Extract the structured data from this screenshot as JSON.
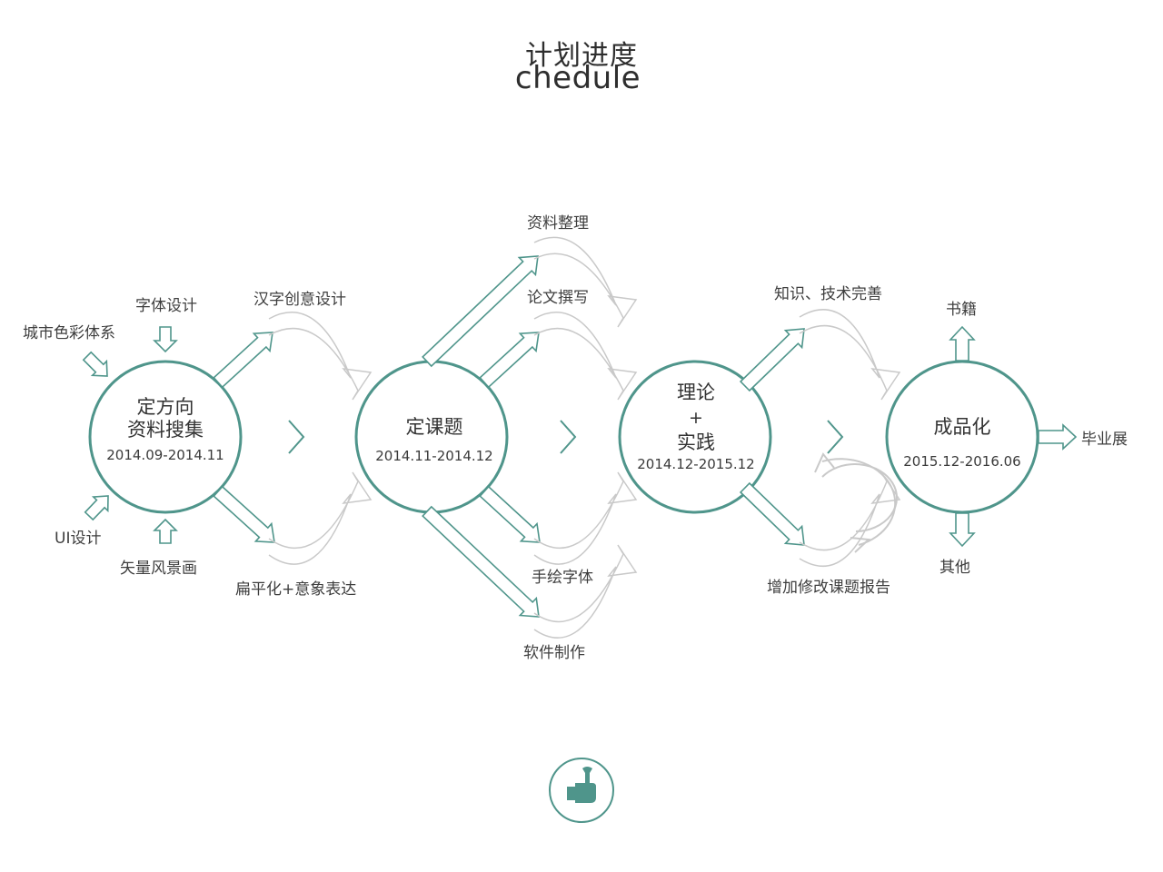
{
  "title": {
    "cn": "计划进度",
    "en": "chedule"
  },
  "colors": {
    "accent": "#4f958b",
    "faint": "#c9c9c9",
    "text": "#3a3a3a"
  },
  "nodes": [
    {
      "title_lines": [
        "定方向",
        "资料搜集"
      ],
      "dates": "2014.09-2014.11"
    },
    {
      "title_lines": [
        "定课题"
      ],
      "dates": "2014.11-2014.12"
    },
    {
      "title_lines": [
        "理论",
        "+",
        "实践"
      ],
      "dates": "2014.12-2015.12"
    },
    {
      "title_lines": [
        "成品化"
      ],
      "dates": "2015.12-2016.06"
    }
  ],
  "inputs": {
    "city_color": "城市色彩体系",
    "font_design": "字体设计",
    "ui_design": "UI设计",
    "vector_landscape": "矢量风景画"
  },
  "branches": {
    "hanzi_creative": "汉字创意设计",
    "flat_expression": "扁平化+意象表达",
    "data_sorting": "资料整理",
    "thesis_writing": "论文撰写",
    "hand_font": "手绘字体",
    "software": "软件制作",
    "knowledge_tech": "知识、技术完善",
    "add_modify_report": "增加修改课题报告",
    "book": "书籍",
    "other": "其他",
    "graduation_show": "毕业展"
  },
  "footer_icon": "hand-wrench-icon"
}
